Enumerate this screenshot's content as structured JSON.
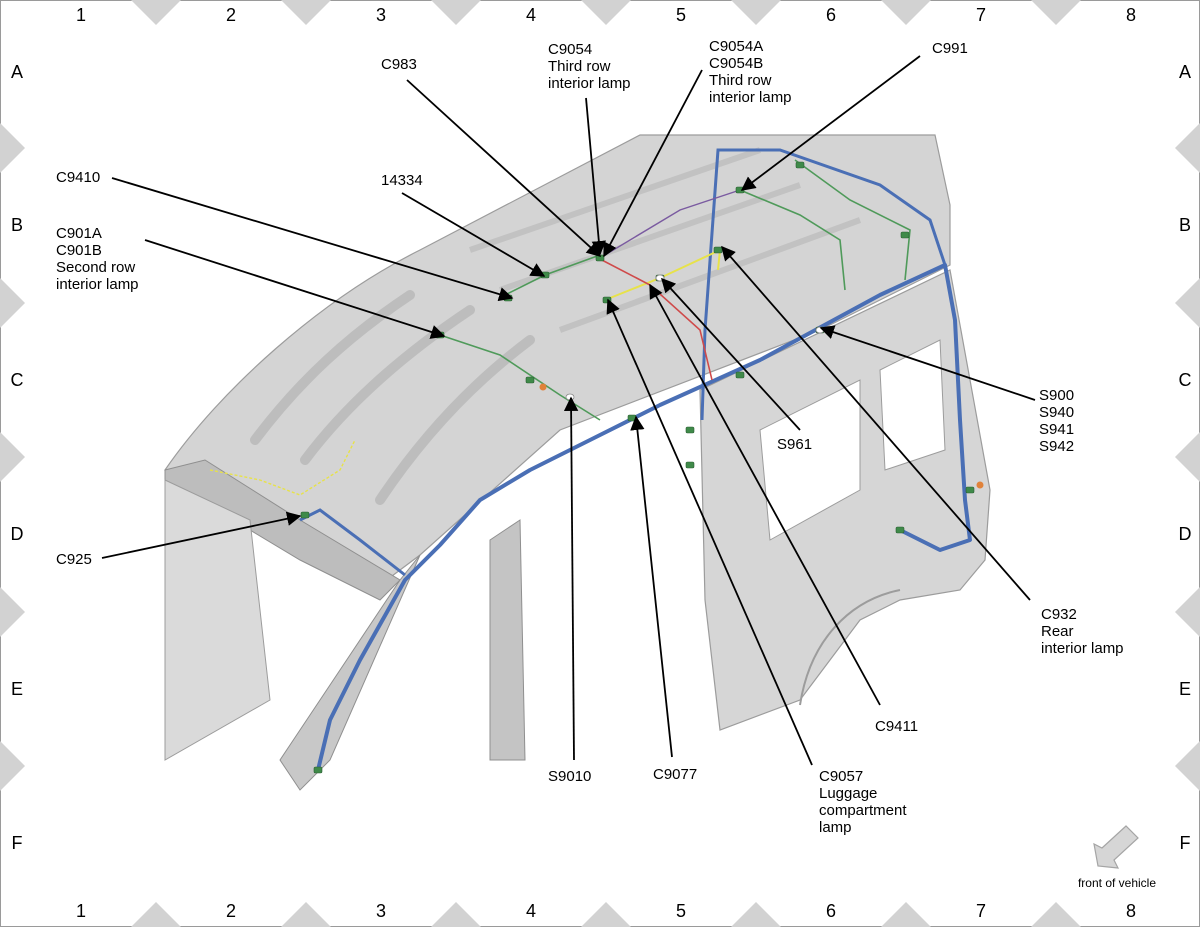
{
  "grid": {
    "columns": [
      "1",
      "2",
      "3",
      "4",
      "5",
      "6",
      "7",
      "8"
    ],
    "rows": [
      "A",
      "B",
      "C",
      "D",
      "E",
      "F"
    ]
  },
  "callouts": [
    {
      "id": "c983",
      "lines": [
        "C983"
      ]
    },
    {
      "id": "c9054",
      "lines": [
        "C9054",
        "Third row",
        "interior lamp"
      ]
    },
    {
      "id": "c9054ab",
      "lines": [
        "C9054A",
        "C9054B",
        "Third row",
        "interior lamp"
      ]
    },
    {
      "id": "c991",
      "lines": [
        "C991"
      ]
    },
    {
      "id": "c9410",
      "lines": [
        "C9410"
      ]
    },
    {
      "id": "p14334",
      "lines": [
        "14334"
      ]
    },
    {
      "id": "c901",
      "lines": [
        "C901A",
        "C901B",
        "Second row",
        "interior lamp"
      ]
    },
    {
      "id": "c925",
      "lines": [
        "C925"
      ]
    },
    {
      "id": "s900",
      "lines": [
        "S900",
        "S940",
        "S941",
        "S942"
      ]
    },
    {
      "id": "s961",
      "lines": [
        "S961"
      ]
    },
    {
      "id": "c932",
      "lines": [
        "C932",
        "Rear",
        "interior lamp"
      ]
    },
    {
      "id": "c9411",
      "lines": [
        "C9411"
      ]
    },
    {
      "id": "s9010",
      "lines": [
        "S9010"
      ]
    },
    {
      "id": "c9077",
      "lines": [
        "C9077"
      ]
    },
    {
      "id": "c9057",
      "lines": [
        "C9057",
        "Luggage",
        "compartment",
        "lamp"
      ]
    }
  ],
  "legend": {
    "front_label": "front of vehicle"
  },
  "colors": {
    "body_fill": "#cfcfcf",
    "body_shadow": "#a9a9a9",
    "harness_blue": "#4a6fb5",
    "harness_green": "#4f9a5a",
    "harness_yellow": "#e7e24a",
    "harness_red": "#cf4a4a",
    "marker_gray": "#d2d2d2",
    "leader": "#000000"
  }
}
